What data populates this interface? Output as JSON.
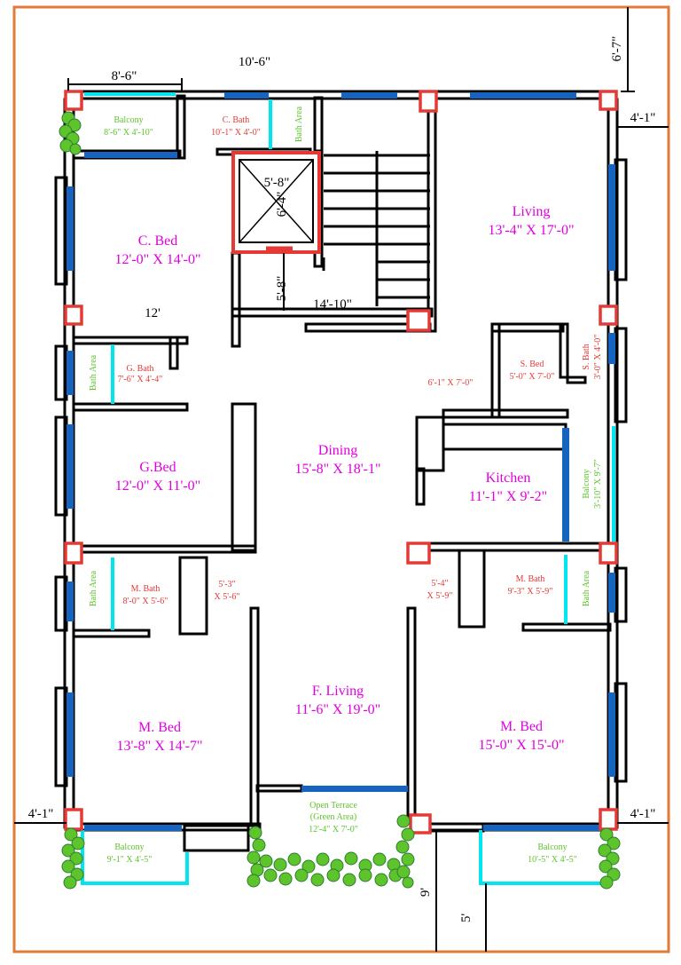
{
  "colors": {
    "boundary": "#E07B39",
    "wall": "#000000",
    "window": "#1565C0",
    "opening": "#00E5EE",
    "column": "#E53935",
    "room_label": "#E100E1",
    "small_label": "#E53935",
    "green_label": "#5DC42B",
    "dim": "#000000",
    "plant": "#5DC42B"
  },
  "rooms": {
    "c_bed": {
      "name": "C. Bed",
      "size": "12'-0\" X 14'-0\""
    },
    "living": {
      "name": "Living",
      "size": "13'-4\" X 17'-0\""
    },
    "dining": {
      "name": "Dining",
      "size": "15'-8\" X 18'-1\""
    },
    "g_bed": {
      "name": "G.Bed",
      "size": "12'-0\" X 11'-0\""
    },
    "kitchen": {
      "name": "Kitchen",
      "size": "11'-1\" X 9'-2\""
    },
    "f_living": {
      "name": "F. Living",
      "size": "11'-6\" X 19'-0\""
    },
    "m_bed_left": {
      "name": "M. Bed",
      "size": "13'-8\" X 14'-7\""
    },
    "m_bed_right": {
      "name": "M. Bed",
      "size": "15'-0\" X 15'-0\""
    }
  },
  "small_rooms": {
    "c_bath": {
      "name": "C. Bath",
      "size": "10'-1\" X 4'-0\""
    },
    "g_bath": {
      "name": "G. Bath",
      "size": "7'-6\" X 4'-4\""
    },
    "m_bath_left": {
      "name": "M. Bath",
      "size": "8'-0\" X 5'-6\""
    },
    "m_bath_right": {
      "name": "M. Bath",
      "size": "9'-3\" X 5'-9\""
    },
    "s_bed": {
      "name": "S. Bed",
      "size": "5'-0\" X 7'-0\""
    },
    "s_bath": {
      "name": "S. Bath",
      "size": "3'-0\" X 4'-0\""
    },
    "lobby_right": "6'-1\" X 7'-0\"",
    "passage_left": {
      "line1": "5'-3\"",
      "line2": "X 5'-6\""
    },
    "passage_right": {
      "line1": "5'-4\"",
      "line2": "X 5'-9\""
    }
  },
  "green_areas": {
    "balcony_top": {
      "name": "Balcony",
      "size": "8'-6\" X 4'-10\""
    },
    "balcony_bottom_left": {
      "name": "Balcony",
      "size": "9'-1\" X 4'-5\""
    },
    "balcony_bottom_right": {
      "name": "Balcony",
      "size": "10'-5\" X 4'-5\""
    },
    "balcony_kitchen": {
      "name": "Balcony",
      "size": "3'-10\" X 9'-7\""
    },
    "open_terrace": {
      "line1": "Open Terrace",
      "line2": "(Green Area)",
      "line3": "12'-4\" X 7'-0\""
    },
    "bath_area_c": "Bath Area",
    "bath_area_g": "Bath Area",
    "bath_area_m_left": "Bath Area",
    "bath_area_m_right": "Bath Area"
  },
  "dimensions": {
    "top_left": "8'-6\"",
    "top_mid": "10'-6\"",
    "top_right_vertical": "6'-7\"",
    "right_top": "4'-1\"",
    "lift_w": "5'-8\"",
    "lift_h": "6'-4\"",
    "lift_vertical": "5'-8\"",
    "stair_landing": "14'-10\"",
    "mid_left": "12'",
    "bottom_left": "4'-1\"",
    "bottom_right": "4'-1\"",
    "bottom_vertical_a": "9'",
    "bottom_vertical_b": "5'"
  }
}
